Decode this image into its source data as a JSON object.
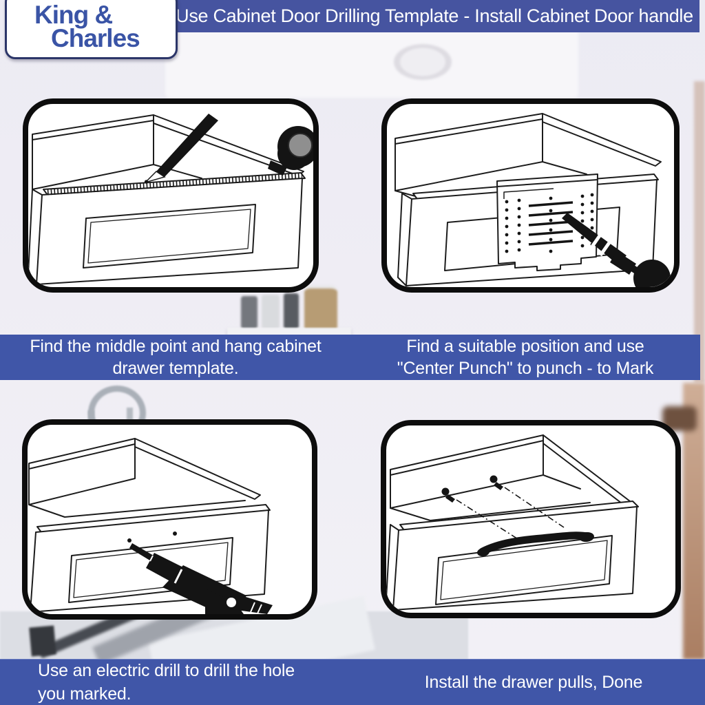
{
  "brand": {
    "line1": "King &",
    "line2": "Charles"
  },
  "header": {
    "title": "Use Cabinet Door Drilling Template - Install Cabinet Door handle"
  },
  "steps": [
    {
      "caption": "Find the middle point and hang cabinet\ndrawer template.",
      "illustration": "drawer-measuring-tape-pencil-illustration"
    },
    {
      "caption": "Find a suitable position and use\n\"Center Punch\" to punch - to Mark",
      "illustration": "drawer-drilling-template-center-punch-illustration"
    },
    {
      "caption": "Use an electric drill to drill the hole\nyou marked.",
      "illustration": "drawer-electric-drill-illustration"
    },
    {
      "caption": "Install the drawer pulls, Done",
      "illustration": "drawer-installed-handle-screws-illustration"
    }
  ],
  "colors": {
    "header_bar_blue": "#4654A0",
    "caption_bar_blue": "#4056A8",
    "logo_text_blue": "#3A54A6",
    "logo_border_navy": "#2B3568",
    "panel_border_black": "#0D0D0D",
    "line_art_ink": "#1C1C1C",
    "tool_silhouette_black": "#141414",
    "tape_reel_gray": "#8F8F8F",
    "background_lavender": "#ECEBF3"
  }
}
